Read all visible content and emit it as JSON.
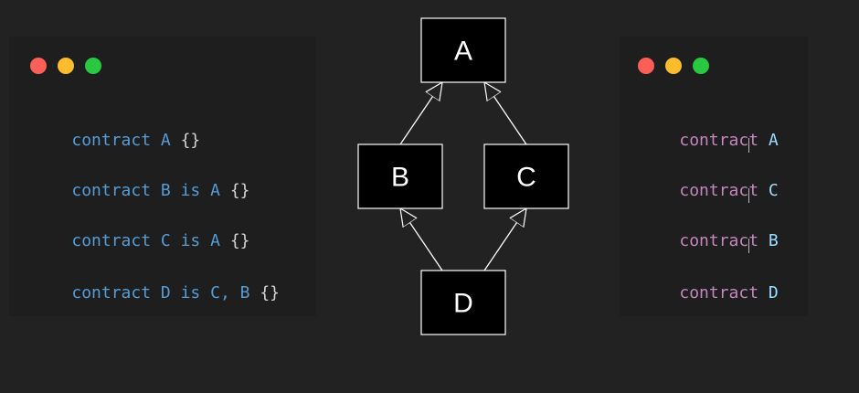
{
  "colors": {
    "window_close": "#fc5f57",
    "window_minimize": "#fdbc2e",
    "window_zoom": "#28c840",
    "left_code_text": "#569cd6",
    "right_keyword": "#c586c0",
    "right_identifier": "#9cdcfe",
    "brace": "#d4d4d4"
  },
  "left_code": {
    "lines": [
      {
        "kw": "contract",
        "name": "A",
        "rest_is": "",
        "parents": "",
        "brace": "{}"
      },
      {
        "kw": "contract",
        "name": "B",
        "rest_is": "is",
        "parents": "A",
        "brace": "{}"
      },
      {
        "kw": "contract",
        "name": "C",
        "rest_is": "is",
        "parents": "A",
        "brace": "{}"
      },
      {
        "kw": "contract",
        "name": "D",
        "rest_is": "is",
        "parents": "C, B",
        "brace": "{}"
      }
    ]
  },
  "diagram": {
    "nodes": {
      "a": "A",
      "b": "B",
      "c": "C",
      "d": "D"
    },
    "edges": [
      {
        "from": "B",
        "to": "A"
      },
      {
        "from": "C",
        "to": "A"
      },
      {
        "from": "D",
        "to": "B"
      },
      {
        "from": "D",
        "to": "C"
      }
    ]
  },
  "linearization": {
    "keyword": "contract",
    "order": [
      "A",
      "C",
      "B",
      "D"
    ]
  }
}
